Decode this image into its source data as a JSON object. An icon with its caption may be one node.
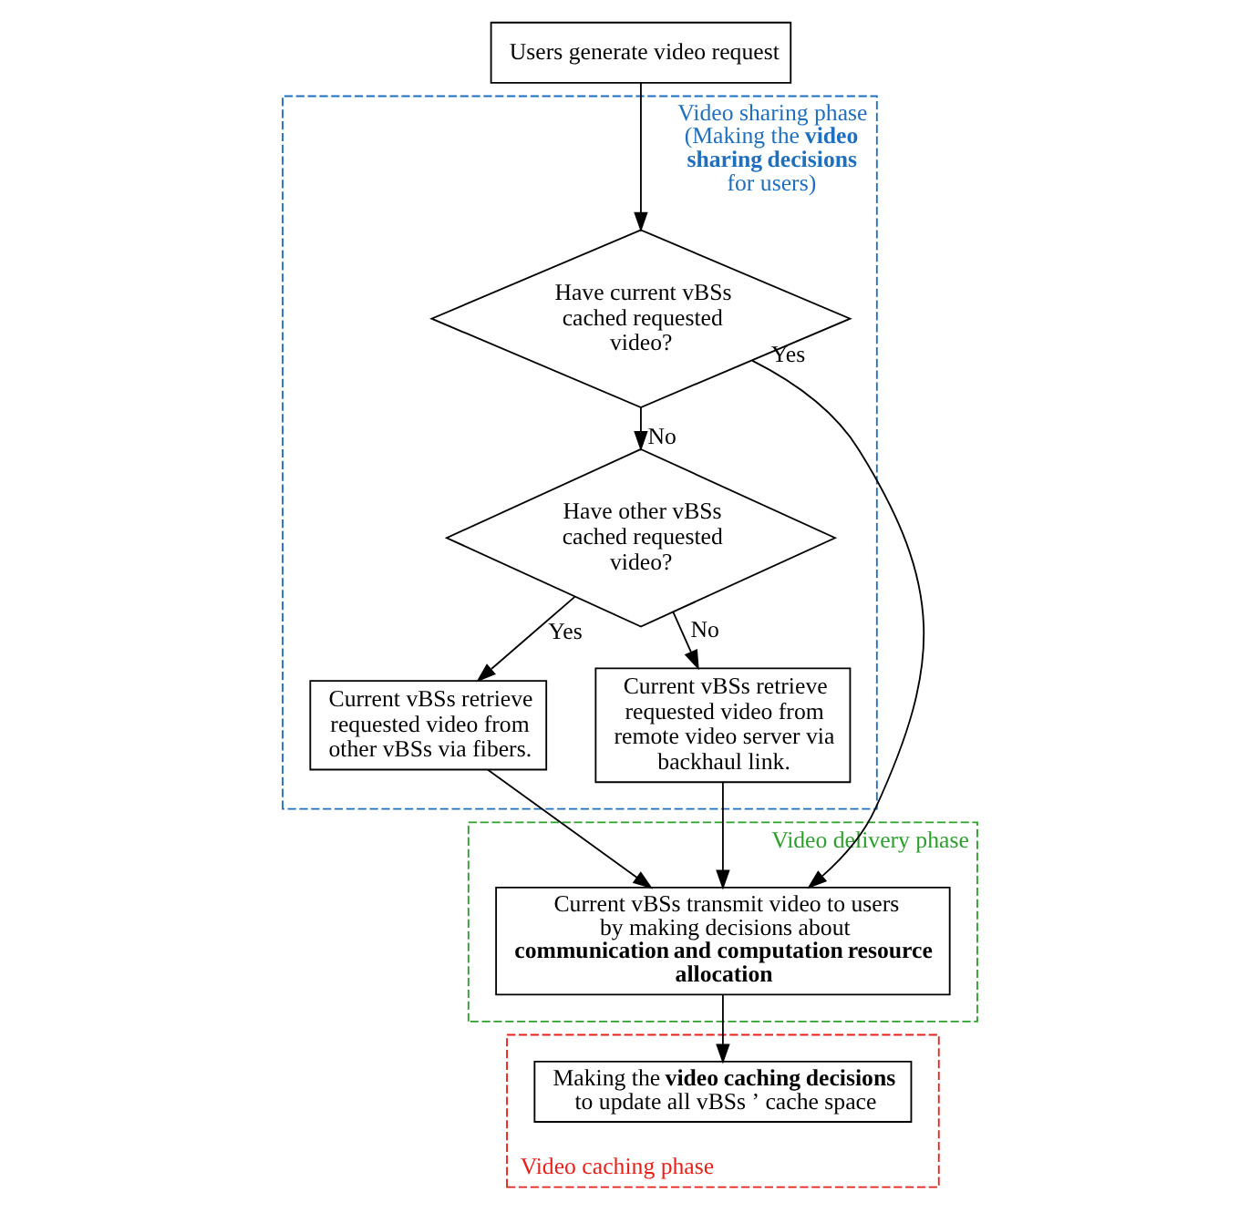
{
  "diagram": {
    "nodes": [
      {
        "text": [
          "Users generate video request"
        ]
      },
      {
        "text": [
          "Video sharing phase",
          "(Making the **video sharing decisions** for users)"
        ]
      },
      {
        "text": [
          "Have current vBSs cached requested video?"
        ],
        "in": 1
      },
      {
        "text": [
          "Have other vBSs cached requested video?"
        ],
        "in": 1
      },
      {
        "text": [
          "Current vBSs retrieve requested video from other vBSs via fibers."
        ],
        "in": 1
      },
      {
        "text": [
          "Current vBSs retrieve requested video from remote video server via backhaul link."
        ],
        "in": 1
      },
      {
        "text": [
          "Video delivery phase"
        ]
      },
      {
        "text": [
          "Current vBSs transmit video to users by making decisions about **communication and computation resource allocation**"
        ],
        "in": 6
      },
      {
        "text": [
          "Video caching phase"
        ]
      },
      {
        "text": [
          "Making the **video caching decisions** to update all vBSs ’ cache space"
        ],
        "in": 8
      }
    ],
    "edges": [
      {
        "from": 0,
        "to": 2,
        "arrow": "to"
      },
      {
        "from": 2,
        "to": 3,
        "arrow": "to",
        "label": "No"
      },
      {
        "from": 2,
        "to": 7,
        "arrow": "to",
        "label": "Yes"
      },
      {
        "from": 3,
        "to": 4,
        "arrow": "to",
        "label": "Yes"
      },
      {
        "from": 3,
        "to": 5,
        "arrow": "to",
        "label": "No"
      },
      {
        "from": 4,
        "to": 7,
        "arrow": "to"
      },
      {
        "from": 5,
        "to": 7,
        "arrow": "to"
      },
      {
        "from": 7,
        "to": 9,
        "arrow": "to"
      }
    ]
  }
}
